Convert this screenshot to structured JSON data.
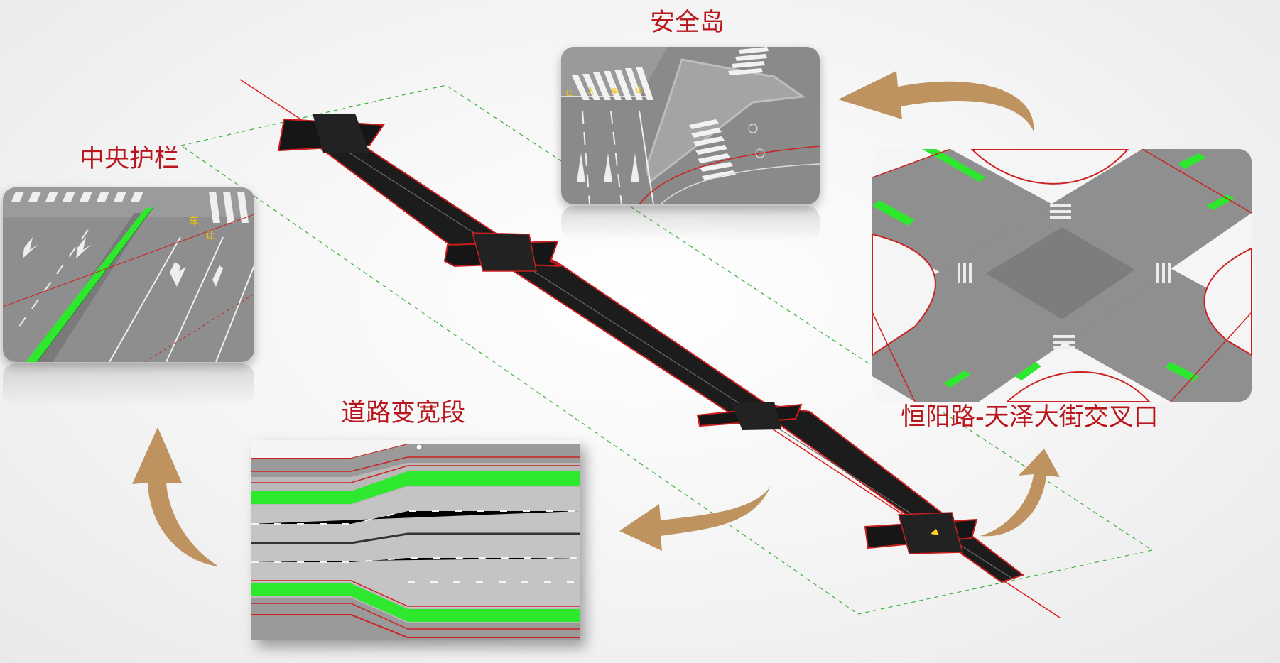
{
  "labels": {
    "safety_island": "安全岛",
    "median_barrier": "中央护栏",
    "road_widening": "道路变宽段",
    "intersection": "恒阳路-天泽大街交叉口"
  },
  "road_markings": {
    "yield_text": "让",
    "vehicle_text": "车",
    "person_text": "人"
  },
  "colors": {
    "label_red": "#b8161c",
    "arrow_brown": "#bf9360",
    "green_strip": "#2ee82e",
    "road_gray": "#8d8d8d",
    "road_dark": "#1a1a1a",
    "centerline_red": "#e01b1b",
    "boundary_green": "#3cb03c"
  }
}
